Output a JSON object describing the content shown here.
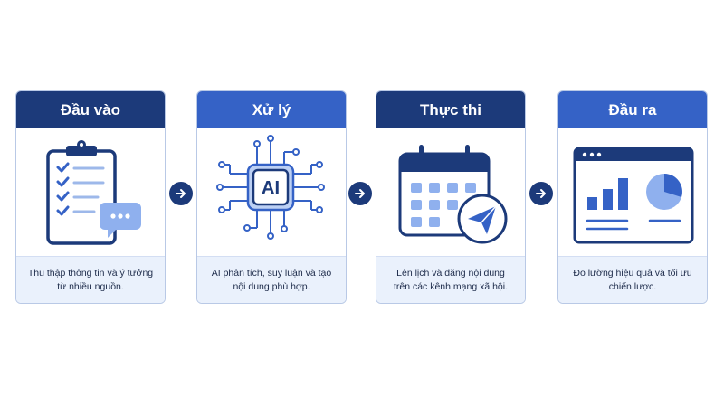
{
  "steps": [
    {
      "title": "Đầu vào",
      "desc": "Thu thập thông tin và ý tưởng từ nhiều nguồn.",
      "icon": "clipboard-checklist-icon"
    },
    {
      "title": "Xử lý",
      "desc": "AI phân tích, suy luận và tạo nội dung phù hợp.",
      "icon": "ai-chip-icon",
      "chip_label": "AI"
    },
    {
      "title": "Thực thi",
      "desc": "Lên lịch và đăng nội dung trên các kênh mạng xã hội.",
      "icon": "calendar-send-icon"
    },
    {
      "title": "Đầu ra",
      "desc": "Đo lường hiệu quả và tối ưu chiến lược.",
      "icon": "analytics-dashboard-icon"
    }
  ],
  "colors": {
    "dark_blue": "#1c3a7a",
    "mid_blue": "#3562c6",
    "light_blue": "#8fb0ee",
    "pale_blue": "#eaf1fc"
  }
}
